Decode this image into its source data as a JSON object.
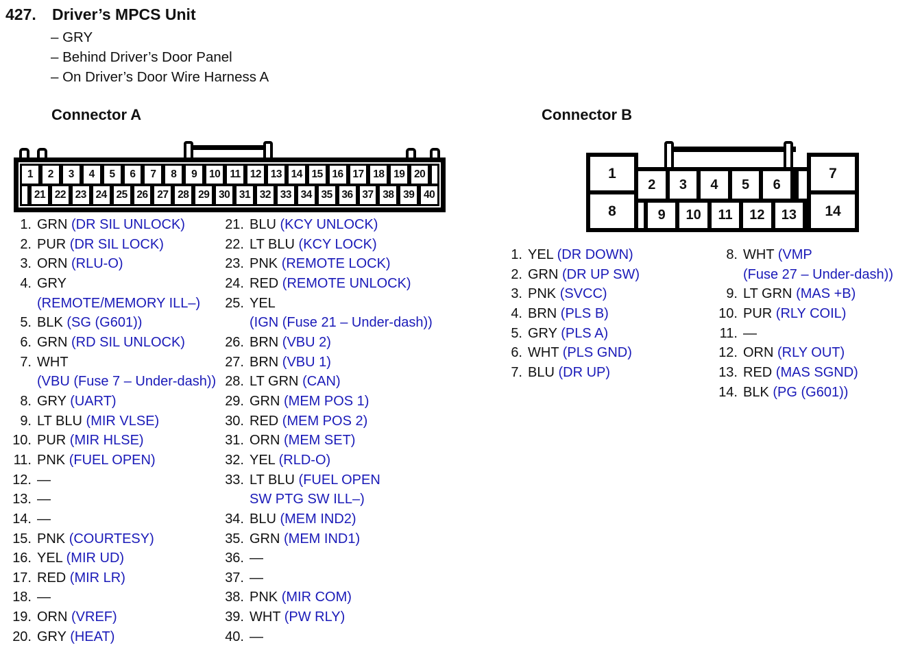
{
  "page": {
    "number": "427.",
    "title": "Driver’s MPCS Unit",
    "bullets": [
      "– GRY",
      "– Behind Driver’s Door Panel",
      "– On Driver’s Door Wire Harness A"
    ]
  },
  "colors": {
    "signal_blue": "#1a1ab8",
    "ink": "#111111"
  },
  "connector_a": {
    "label": "Connector A",
    "diagram": {
      "top_row": [
        "1",
        "2",
        "3",
        "4",
        "5",
        "6",
        "7",
        "8",
        "9",
        "10",
        "11",
        "12",
        "13",
        "14",
        "15",
        "16",
        "17",
        "18",
        "19",
        "20"
      ],
      "bottom_row": [
        "21",
        "22",
        "23",
        "24",
        "25",
        "26",
        "27",
        "28",
        "29",
        "30",
        "31",
        "32",
        "33",
        "34",
        "35",
        "36",
        "37",
        "38",
        "39",
        "40"
      ]
    },
    "columns": [
      [
        {
          "n": "1.",
          "wire": "GRN",
          "sig": "(DR SIL UNLOCK)",
          "sig2": ""
        },
        {
          "n": "2.",
          "wire": "PUR",
          "sig": "(DR SIL LOCK)",
          "sig2": ""
        },
        {
          "n": "3.",
          "wire": "ORN",
          "sig": "(RLU-O)",
          "sig2": ""
        },
        {
          "n": "4.",
          "wire": "GRY",
          "sig": "",
          "sig2": "(REMOTE/MEMORY ILL–)"
        },
        {
          "n": "5.",
          "wire": "BLK",
          "sig": "(SG (G601))",
          "sig2": ""
        },
        {
          "n": "6.",
          "wire": "GRN",
          "sig": "(RD SIL UNLOCK)",
          "sig2": ""
        },
        {
          "n": "7.",
          "wire": "WHT",
          "sig": "",
          "sig2": "(VBU (Fuse 7 – Under-dash))"
        },
        {
          "n": "8.",
          "wire": "GRY",
          "sig": "(UART)",
          "sig2": ""
        },
        {
          "n": "9.",
          "wire": "LT BLU",
          "sig": "(MIR VLSE)",
          "sig2": ""
        },
        {
          "n": "10.",
          "wire": "PUR",
          "sig": "(MIR HLSE)",
          "sig2": ""
        },
        {
          "n": "11.",
          "wire": "PNK",
          "sig": "(FUEL OPEN)",
          "sig2": ""
        },
        {
          "n": "12.",
          "wire": "—",
          "sig": "",
          "sig2": ""
        },
        {
          "n": "13.",
          "wire": "—",
          "sig": "",
          "sig2": ""
        },
        {
          "n": "14.",
          "wire": "—",
          "sig": "",
          "sig2": ""
        },
        {
          "n": "15.",
          "wire": "PNK",
          "sig": "(COURTESY)",
          "sig2": ""
        },
        {
          "n": "16.",
          "wire": "YEL",
          "sig": "(MIR UD)",
          "sig2": ""
        },
        {
          "n": "17.",
          "wire": "RED",
          "sig": "(MIR LR)",
          "sig2": ""
        },
        {
          "n": "18.",
          "wire": "—",
          "sig": "",
          "sig2": ""
        },
        {
          "n": "19.",
          "wire": "ORN",
          "sig": "(VREF)",
          "sig2": ""
        },
        {
          "n": "20.",
          "wire": "GRY",
          "sig": "(HEAT)",
          "sig2": ""
        }
      ],
      [
        {
          "n": "21.",
          "wire": "BLU",
          "sig": "(KCY UNLOCK)",
          "sig2": ""
        },
        {
          "n": "22.",
          "wire": "LT BLU",
          "sig": "(KCY LOCK)",
          "sig2": ""
        },
        {
          "n": "23.",
          "wire": "PNK",
          "sig": "(REMOTE LOCK)",
          "sig2": ""
        },
        {
          "n": "24.",
          "wire": "RED",
          "sig": "(REMOTE UNLOCK)",
          "sig2": ""
        },
        {
          "n": "25.",
          "wire": "YEL",
          "sig": "",
          "sig2": "(IGN (Fuse 21 – Under-dash))"
        },
        {
          "n": "26.",
          "wire": "BRN",
          "sig": "(VBU 2)",
          "sig2": ""
        },
        {
          "n": "27.",
          "wire": "BRN",
          "sig": "(VBU 1)",
          "sig2": ""
        },
        {
          "n": "28.",
          "wire": "LT GRN",
          "sig": "(CAN)",
          "sig2": ""
        },
        {
          "n": "29.",
          "wire": "GRN",
          "sig": "(MEM POS 1)",
          "sig2": ""
        },
        {
          "n": "30.",
          "wire": "RED",
          "sig": "(MEM POS 2)",
          "sig2": ""
        },
        {
          "n": "31.",
          "wire": "ORN",
          "sig": "(MEM SET)",
          "sig2": ""
        },
        {
          "n": "32.",
          "wire": "YEL",
          "sig": "(RLD-O)",
          "sig2": ""
        },
        {
          "n": "33.",
          "wire": "LT BLU",
          "sig": "(FUEL OPEN",
          "sig2": "SW PTG SW ILL–)"
        },
        {
          "n": "34.",
          "wire": "BLU",
          "sig": "(MEM IND2)",
          "sig2": ""
        },
        {
          "n": "35.",
          "wire": "GRN",
          "sig": "(MEM IND1)",
          "sig2": ""
        },
        {
          "n": "36.",
          "wire": "—",
          "sig": "",
          "sig2": ""
        },
        {
          "n": "37.",
          "wire": "—",
          "sig": "",
          "sig2": ""
        },
        {
          "n": "38.",
          "wire": "PNK",
          "sig": "(MIR COM)",
          "sig2": ""
        },
        {
          "n": "39.",
          "wire": "WHT",
          "sig": "(PW RLY)",
          "sig2": ""
        },
        {
          "n": "40.",
          "wire": "—",
          "sig": "",
          "sig2": ""
        }
      ]
    ]
  },
  "connector_b": {
    "label": "Connector B",
    "diagram": {
      "big_left": [
        "1",
        "8"
      ],
      "big_right": [
        "7",
        "14"
      ],
      "top_middle": [
        "2",
        "3",
        "4",
        "5",
        "6"
      ],
      "bottom_middle": [
        "9",
        "10",
        "11",
        "12",
        "13"
      ]
    },
    "columns": [
      [
        {
          "n": "1.",
          "wire": "YEL",
          "sig": "(DR DOWN)",
          "sig2": ""
        },
        {
          "n": "2.",
          "wire": "GRN",
          "sig": "(DR UP SW)",
          "sig2": ""
        },
        {
          "n": "3.",
          "wire": "PNK",
          "sig": "(SVCC)",
          "sig2": ""
        },
        {
          "n": "4.",
          "wire": "BRN",
          "sig": "(PLS B)",
          "sig2": ""
        },
        {
          "n": "5.",
          "wire": "GRY",
          "sig": "(PLS A)",
          "sig2": ""
        },
        {
          "n": "6.",
          "wire": "WHT",
          "sig": "(PLS GND)",
          "sig2": ""
        },
        {
          "n": "7.",
          "wire": "BLU",
          "sig": "(DR UP)",
          "sig2": ""
        }
      ],
      [
        {
          "n": "8.",
          "wire": "WHT",
          "sig": "(VMP",
          "sig2": "(Fuse 27 – Under-dash))"
        },
        {
          "n": "9.",
          "wire": "LT GRN",
          "sig": "(MAS +B)",
          "sig2": ""
        },
        {
          "n": "10.",
          "wire": "PUR",
          "sig": "(RLY COIL)",
          "sig2": ""
        },
        {
          "n": "11.",
          "wire": "—",
          "sig": "",
          "sig2": ""
        },
        {
          "n": "12.",
          "wire": "ORN",
          "sig": "(RLY OUT)",
          "sig2": ""
        },
        {
          "n": "13.",
          "wire": "RED",
          "sig": "(MAS SGND)",
          "sig2": ""
        },
        {
          "n": "14.",
          "wire": "BLK",
          "sig": "(PG (G601))",
          "sig2": ""
        }
      ]
    ]
  }
}
